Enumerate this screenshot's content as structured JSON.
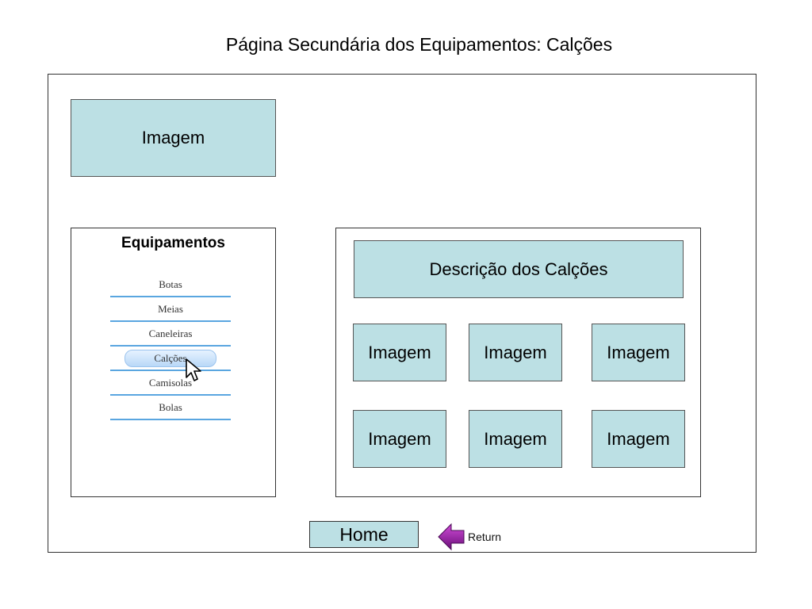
{
  "page": {
    "title": "Página Secundária dos Equipamentos: Calções"
  },
  "header_image": {
    "label": "Imagem"
  },
  "nav": {
    "title": "Equipamentos",
    "items": [
      {
        "label": "Botas"
      },
      {
        "label": "Meias"
      },
      {
        "label": "Caneleiras"
      },
      {
        "label": "Calções",
        "active": true
      },
      {
        "label": "Camisolas"
      },
      {
        "label": "Bolas"
      }
    ]
  },
  "content": {
    "description": "Descrição dos Calções",
    "images": [
      "Imagem",
      "Imagem",
      "Imagem",
      "Imagem",
      "Imagem",
      "Imagem"
    ]
  },
  "footer": {
    "home_label": "Home",
    "return_label": "Return"
  },
  "colors": {
    "box_fill": "#bce0e4",
    "nav_separator": "#5aa6e0",
    "return_arrow": "#9b1fa8"
  }
}
